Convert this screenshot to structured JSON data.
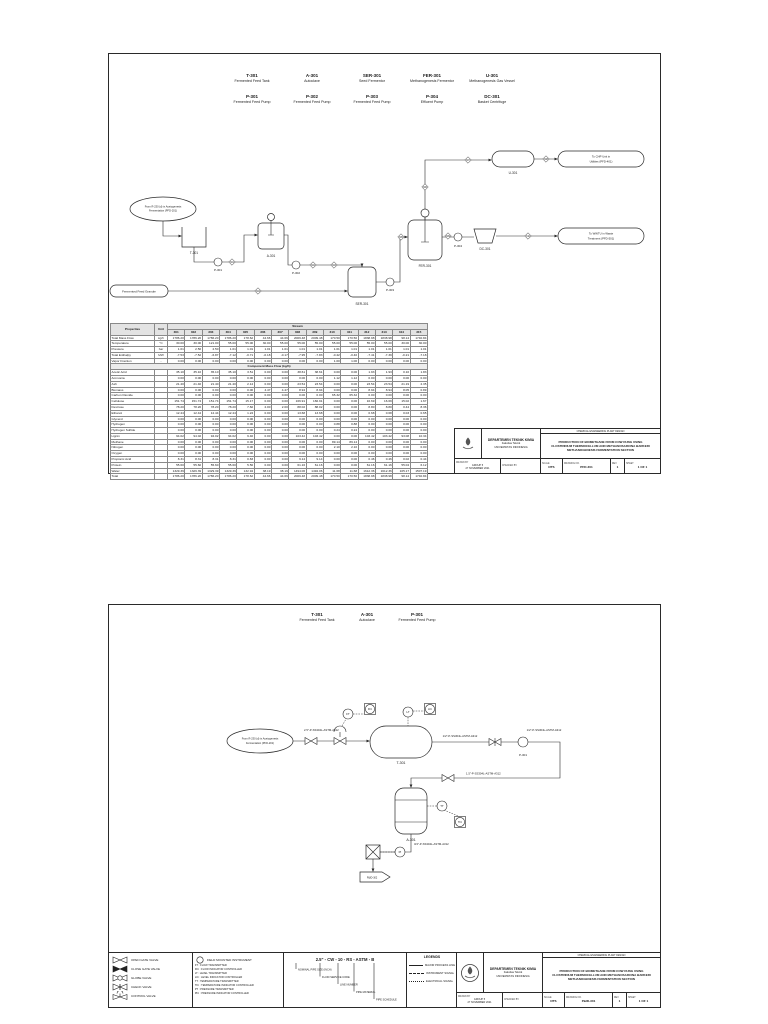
{
  "page1": {
    "equipment_top": [
      {
        "code": "T-301",
        "name": "Fermented Feed Tank"
      },
      {
        "code": "A-301",
        "name": "Autoclave"
      },
      {
        "code": "SER-301",
        "name": "Seed Fermentor"
      },
      {
        "code": "FER-301",
        "name": "Methanogenesis Fermentor"
      },
      {
        "code": "U-301",
        "name": "Methanogenesis Gas Vessel"
      }
    ],
    "equipment_bottom": [
      {
        "code": "P-301",
        "name": "Fermented Feed Pump"
      },
      {
        "code": "P-302",
        "name": "Fermented Feed Pump"
      },
      {
        "code": "P-303",
        "name": "Fermented Feed Pump"
      },
      {
        "code": "P-304",
        "name": "Effluent Pump"
      },
      {
        "code": "DC-301",
        "name": "Basket Centrifuge"
      }
    ],
    "diagram": {
      "cloud_line1": "From R-230 (d) in Acetogenesis",
      "cloud_line2": "Fermentation (PFD-201)",
      "feed_box": "Fermented Feed Granule",
      "out1_line1": "To CHP Unit in",
      "out1_line2": "Utilities (PFD-401)",
      "out2_line1": "To WWTU in Waste",
      "out2_line2": "Treatment (PFD-501)",
      "labels": {
        "t301": "T-301",
        "p301": "P-301",
        "a301": "A-301",
        "p302": "P-302",
        "ser301": "SER-301",
        "p303": "P-303",
        "fer301": "FER-301",
        "p304": "P-304",
        "u301": "U-301",
        "dc301": "DC-301"
      },
      "streams": [
        "301",
        "302",
        "303",
        "304",
        "305",
        "306",
        "307",
        "308",
        "309",
        "310"
      ]
    },
    "stream_table": {
      "corner": "Properties",
      "unit_header": "Unit",
      "group_header": "Stream",
      "columns": [
        "301",
        "302",
        "303",
        "304",
        "305",
        "306",
        "307",
        "308",
        "309",
        "310",
        "311",
        "312",
        "313",
        "314",
        "315"
      ],
      "rows": [
        {
          "label": "Total Mass Flow",
          "unit": "kg/h",
          "values": [
            "1786.20",
            "1786.20",
            "1786.20",
            "1786.20",
            "178.62",
            "44.66",
            "44.66",
            "2009.48",
            "2009.48",
            "170.50",
            "170.50",
            "1838.98",
            "1838.98",
            "98.14",
            "1740.84"
          ]
        },
        {
          "label": "Temperature",
          "unit": "°C",
          "values": [
            "30.00",
            "30.00",
            "121.00",
            "55.00",
            "55.00",
            "30.00",
            "55.00",
            "55.00",
            "55.00",
            "55.00",
            "55.00",
            "55.00",
            "55.00",
            "30.00",
            "30.00"
          ]
        },
        {
          "label": "Pressure",
          "unit": "bar",
          "values": [
            "1.01",
            "2.50",
            "2.50",
            "1.01",
            "1.01",
            "1.01",
            "1.01",
            "1.01",
            "1.01",
            "1.01",
            "1.01",
            "1.01",
            "1.01",
            "1.01",
            "1.01"
          ]
        },
        {
          "label": "Total Enthalpy",
          "unit": "MW",
          "values": [
            "-7.53",
            "-7.52",
            "-6.87",
            "-7.12",
            "-0.71",
            "-0.18",
            "-0.17",
            "-7.95",
            "-7.83",
            "-0.42",
            "-0.40",
            "-7.41",
            "-7.39",
            "-0.21",
            "-7.18"
          ]
        },
        {
          "label": "Vapor Fraction",
          "unit": "-",
          "values": [
            "0.00",
            "0.00",
            "0.00",
            "0.00",
            "0.00",
            "0.00",
            "0.00",
            "0.00",
            "0.00",
            "1.00",
            "1.00",
            "0.00",
            "0.00",
            "0.00",
            "0.00"
          ]
        },
        {
          "section": "Component Mass Flow (kg/h)"
        },
        {
          "label": "Acetic Acid",
          "unit": "",
          "values": [
            "35.10",
            "35.10",
            "35.10",
            "35.10",
            "3.51",
            "0.00",
            "0.00",
            "38.61",
            "38.61",
            "0.00",
            "0.00",
            "1.93",
            "1.93",
            "0.10",
            "1.83"
          ]
        },
        {
          "label": "Ammonia",
          "unit": "",
          "values": [
            "0.00",
            "0.00",
            "0.00",
            "0.00",
            "0.00",
            "0.00",
            "0.00",
            "0.00",
            "0.00",
            "1.12",
            "1.12",
            "0.00",
            "0.00",
            "0.00",
            "0.00"
          ]
        },
        {
          "label": "Ash",
          "unit": "",
          "values": [
            "21.40",
            "21.40",
            "21.40",
            "21.40",
            "2.14",
            "0.00",
            "0.00",
            "23.54",
            "23.54",
            "0.00",
            "0.00",
            "23.54",
            "23.54",
            "21.19",
            "2.35"
          ]
        },
        {
          "label": "Biomass",
          "unit": "",
          "values": [
            "0.00",
            "0.00",
            "0.00",
            "0.00",
            "0.00",
            "4.47",
            "4.47",
            "8.94",
            "8.94",
            "0.00",
            "0.00",
            "8.94",
            "8.94",
            "8.05",
            "0.89"
          ]
        },
        {
          "label": "Carbon Dioxide",
          "unit": "",
          "values": [
            "0.00",
            "0.00",
            "0.00",
            "0.00",
            "0.00",
            "0.00",
            "0.00",
            "0.00",
            "0.00",
            "65.32",
            "65.32",
            "0.00",
            "0.00",
            "0.00",
            "0.00"
          ]
        },
        {
          "label": "Cellulose",
          "unit": "",
          "values": [
            "151.74",
            "151.74",
            "151.74",
            "151.74",
            "15.17",
            "0.00",
            "0.00",
            "166.91",
            "166.91",
            "0.00",
            "0.00",
            "16.69",
            "16.69",
            "15.02",
            "1.67"
          ]
        },
        {
          "label": "Dextrose",
          "unit": "",
          "values": [
            "78.20",
            "78.20",
            "78.20",
            "78.20",
            "7.82",
            "2.00",
            "2.00",
            "88.02",
            "88.02",
            "0.00",
            "0.00",
            "8.80",
            "8.80",
            "0.44",
            "8.36"
          ]
        },
        {
          "label": "Ethanol",
          "unit": "",
          "values": [
            "12.44",
            "12.44",
            "12.44",
            "12.44",
            "1.24",
            "0.00",
            "0.00",
            "13.68",
            "13.68",
            "0.00",
            "0.00",
            "0.68",
            "0.68",
            "0.03",
            "0.65"
          ]
        },
        {
          "label": "Glycerol",
          "unit": "",
          "values": [
            "0.00",
            "0.00",
            "0.00",
            "0.00",
            "0.00",
            "0.00",
            "0.00",
            "0.00",
            "0.00",
            "0.00",
            "0.00",
            "0.00",
            "0.00",
            "0.00",
            "0.00"
          ]
        },
        {
          "label": "Hydrogen",
          "unit": "",
          "values": [
            "0.00",
            "0.00",
            "0.00",
            "0.00",
            "0.00",
            "0.00",
            "0.00",
            "0.00",
            "0.00",
            "0.88",
            "0.88",
            "0.00",
            "0.00",
            "0.00",
            "0.00"
          ]
        },
        {
          "label": "Hydrogen Sulfide",
          "unit": "",
          "values": [
            "0.00",
            "0.00",
            "0.00",
            "0.00",
            "0.00",
            "0.00",
            "0.00",
            "0.00",
            "0.00",
            "0.24",
            "0.24",
            "0.00",
            "0.00",
            "0.00",
            "0.00"
          ]
        },
        {
          "label": "Lignin",
          "unit": "",
          "values": [
            "94.02",
            "94.02",
            "94.02",
            "94.02",
            "9.40",
            "0.00",
            "0.00",
            "103.42",
            "103.42",
            "0.00",
            "0.00",
            "103.42",
            "103.42",
            "93.08",
            "10.34"
          ]
        },
        {
          "label": "Methane",
          "unit": "",
          "values": [
            "0.00",
            "0.00",
            "0.00",
            "0.00",
            "0.00",
            "0.00",
            "0.00",
            "0.00",
            "0.00",
            "89.14",
            "89.14",
            "0.00",
            "0.00",
            "0.00",
            "0.00"
          ]
        },
        {
          "label": "Nitrogen",
          "unit": "",
          "values": [
            "0.00",
            "0.00",
            "0.00",
            "0.00",
            "0.00",
            "0.00",
            "0.00",
            "0.00",
            "0.00",
            "2.10",
            "2.10",
            "0.00",
            "0.00",
            "0.00",
            "0.00"
          ]
        },
        {
          "label": "Oxygen",
          "unit": "",
          "values": [
            "0.00",
            "0.00",
            "0.00",
            "0.00",
            "0.00",
            "0.00",
            "0.00",
            "0.00",
            "0.00",
            "0.00",
            "0.00",
            "0.00",
            "0.00",
            "0.00",
            "0.00"
          ]
        },
        {
          "label": "Propionic Acid",
          "unit": "",
          "values": [
            "8.31",
            "8.31",
            "8.31",
            "8.31",
            "0.83",
            "0.00",
            "0.00",
            "9.14",
            "9.14",
            "0.00",
            "0.00",
            "0.46",
            "0.46",
            "0.02",
            "0.44"
          ]
        },
        {
          "label": "Protein",
          "unit": "",
          "values": [
            "55.60",
            "55.60",
            "55.60",
            "55.60",
            "5.56",
            "0.00",
            "0.00",
            "61.16",
            "61.16",
            "0.00",
            "0.00",
            "61.16",
            "61.16",
            "55.04",
            "6.12"
          ]
        },
        {
          "label": "Water",
          "unit": "",
          "values": [
            "1329.39",
            "1329.39",
            "1329.39",
            "1329.39",
            "132.94",
            "38.19",
            "38.19",
            "1494.06",
            "1494.06",
            "11.68",
            "11.68",
            "1612.36",
            "1612.36",
            "105.17",
            "1507.19"
          ]
        },
        {
          "label": "Total",
          "unit": "",
          "values": [
            "1786.20",
            "1786.20",
            "1786.20",
            "1786.20",
            "178.62",
            "44.66",
            "44.66",
            "2009.48",
            "2009.48",
            "170.50",
            "170.50",
            "1838.98",
            "1838.98",
            "98.14",
            "1740.84"
          ]
        }
      ]
    },
    "titleblock": {
      "dept_line1": "DEPARTEMEN TEKNIK KIMIA",
      "dept_line2": "Fakultas Teknik",
      "dept_line3": "UNIVERSITAS INDONESIA",
      "course": "CHEMICAL ENGINEERING PLANT DESIGN",
      "title_line1": "PRODUCTION OF BIOMETHANE FROM COW DUNG USING",
      "title_line2": "CLOSTRIDIUM THERMOCELLUM AND METHANOSARCINA BARKERI",
      "title_line3": "METHANOGENESIS FERMENTATION SECTION",
      "drawn_by_label": "DRAWN BY",
      "drawn_by": "GROUP 5",
      "drawn_date": "27 NOVEMBER 2021",
      "checked_by_label": "CHECKED BY",
      "checked_by": "",
      "scale_label": "SCALE",
      "scale": "NTS",
      "drawing_no_label": "DRAWING NO.",
      "drawing_no": "PFD-301",
      "rev_label": "REV",
      "rev": "1",
      "sheet_label": "SHEET",
      "sheet": "1 OF 1"
    }
  },
  "page2": {
    "equipment": [
      {
        "code": "T-301",
        "name": "Fermented Feed Tank"
      },
      {
        "code": "A-301",
        "name": "Autoclave"
      },
      {
        "code": "P-301",
        "name": "Fermented Feed Pump"
      }
    ],
    "diagram": {
      "cloud_line1": "From R-230 (d) in Acetogenesis",
      "cloud_line2": "Fermentation (PFD-201)",
      "pipe1": "2.5\"-P-SS304L-ASTM-A312",
      "pipe2": "1/2\"-P-SS304L-ASTM-A312",
      "pipe3": "1/2\"-P-SS304L-ASTM-A312",
      "pipe4": "1.5\"-P-SS304L-ASTM-A312",
      "pipe5": "3/4\"-P-SS304L-ASTM-A312",
      "labels": {
        "t301": "T-301",
        "a301": "A-301",
        "p301": "P-301"
      },
      "instruments": {
        "ft": "FT",
        "fic": "FIC",
        "lt": "LT",
        "lic": "LIC",
        "tt": "TT",
        "tic": "TIC",
        "pi": "PI"
      },
      "offpage": "P&ID-302"
    },
    "legend": {
      "valves": [
        {
          "label": "OPEN GATE VALVE"
        },
        {
          "label": "CLOSE GATE VALVE"
        },
        {
          "label": "GLOBE VALVE"
        },
        {
          "label": "CHECK VALVE"
        },
        {
          "label": "CONTROL VALVE"
        }
      ],
      "instrument_symbol_label": "FIELD MOUNTED INSTRUMENT",
      "abbreviations": [
        "FT : FLOW TRANSMITTER",
        "FIC : FLOW INDICATOR CONTROLLER",
        "LT : LEVEL TRANSMITTER",
        "LIC : LEVEL INDICATOR CONTROLLER",
        "TT : TEMPERATURE TRANSMITTER",
        "TIC : TEMPERATURE INDICATOR CONTROLLER",
        "PT : PRESSURE TRANSMITTER",
        "PIC : PRESSURE INDICATOR CONTROLLER"
      ],
      "pipe_code": {
        "example": "2.5\" - CW - 10 - RS - ASTM - B",
        "callouts": [
          "NOMINAL PIPE SIZE (INCH)",
          "FLUID SERVICE CODE",
          "LINE NUMBER",
          "PIPE MATERIAL",
          "PIPE SCHEDULE"
        ]
      },
      "lines_title": "LEGENDS",
      "line_types": [
        {
          "label": "MAJOR PROCESS LINE"
        },
        {
          "label": "INSTRUMENT SIGNAL"
        },
        {
          "label": "ELECTRICAL SIGNAL"
        }
      ]
    },
    "titleblock": {
      "dept_line1": "DEPARTEMEN TEKNIK KIMIA",
      "dept_line2": "Fakultas Teknik",
      "dept_line3": "UNIVERSITAS INDONESIA",
      "course": "CHEMICAL ENGINEERING PLANT DESIGN",
      "title_line1": "PRODUCTION OF BIOMETHANE FROM COW DUNG USING",
      "title_line2": "CLOSTRIDIUM THERMOCELLUM AND METHANOSARCINA BARKERI",
      "title_line3": "METHANOGENESIS FERMENTATION SECTION",
      "drawn_by_label": "DRAWN BY",
      "drawn_by": "GROUP 5",
      "drawn_date": "27 NOVEMBER 2021",
      "checked_by_label": "CHECKED BY",
      "checked_by": "",
      "scale_label": "SCALE",
      "scale": "NTS",
      "drawing_no_label": "DRAWING NO.",
      "drawing_no": "P&ID-301",
      "rev_label": "REV",
      "rev": "1",
      "sheet_label": "SHEET",
      "sheet": "1 OF 1"
    }
  }
}
